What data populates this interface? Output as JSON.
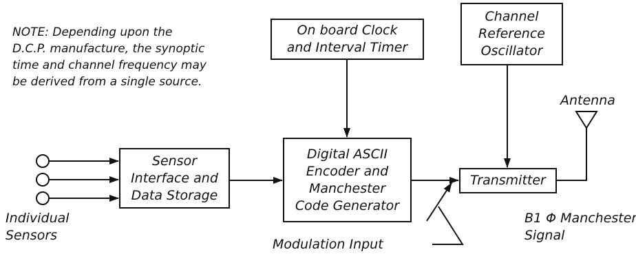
{
  "note": {
    "lines": [
      "NOTE: Depending upon the",
      "D.C.P. manufacture, the synoptic",
      "time and channel frequency may",
      "be derived from a single source."
    ]
  },
  "blocks": {
    "clock": [
      "On board Clock",
      "and Interval Timer"
    ],
    "oscillator": [
      "Channel",
      "Reference",
      "Oscillator"
    ],
    "sensor_interface": [
      "Sensor",
      "Interface and",
      "Data Storage"
    ],
    "encoder": [
      "Digital ASCII",
      "Encoder and",
      "Manchester",
      "Code Generator"
    ],
    "transmitter": [
      "Transmitter"
    ]
  },
  "labels": {
    "antenna": "Antenna",
    "individual_sensors": [
      "Individual",
      "Sensors"
    ],
    "modulation_input": "Modulation Input",
    "signal": [
      "B1 Φ Manchester",
      "Signal"
    ]
  }
}
